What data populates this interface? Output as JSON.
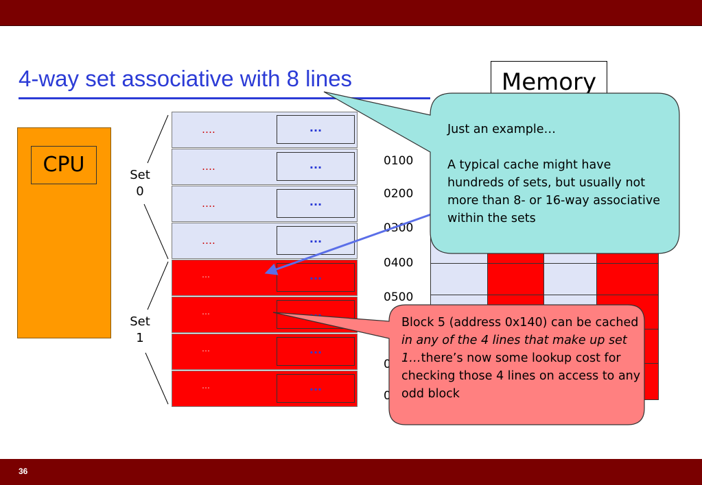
{
  "slide": {
    "title": "4-way set associative with 8 lines",
    "page_number": "36",
    "memory_label": "Memory",
    "cpu_label": "CPU"
  },
  "sets": [
    {
      "word": "Set",
      "index": "0"
    },
    {
      "word": "Set",
      "index": "1"
    }
  ],
  "cache_lines": [
    {
      "tag": "….",
      "data": "..."
    },
    {
      "tag": "….",
      "data": "..."
    },
    {
      "tag": "….",
      "data": "..."
    },
    {
      "tag": "….",
      "data": "..."
    },
    {
      "tag": "…",
      "data": "..."
    },
    {
      "tag": "…",
      "data": "..."
    },
    {
      "tag": "…",
      "data": "..."
    },
    {
      "tag": "…",
      "data": "..."
    }
  ],
  "addresses": [
    "0100",
    "0200",
    "0300",
    "0400",
    "0500",
    "0",
    "0"
  ],
  "callouts": {
    "example": {
      "line1": "Just an example…",
      "line2": "A typical cache might have hundreds of sets, but usually not more than 8- or 16-way associative within the sets"
    },
    "block5": {
      "lead": "Block 5 (address 0x140) can be cached ",
      "italic": "in any of the 4 lines that make up set 1…",
      "rest": "there’s now some lookup cost for checking those 4 lines on access to any odd block"
    }
  },
  "colors": {
    "bar": "#7a0000",
    "title": "#2b3bd6",
    "cpu": "#ff9900",
    "set0": "#dfe4f7",
    "set1": "#ff0000",
    "callout_teal": "#a0e6e2",
    "callout_pink": "#ff8080",
    "arrow": "#5a6ee8"
  }
}
